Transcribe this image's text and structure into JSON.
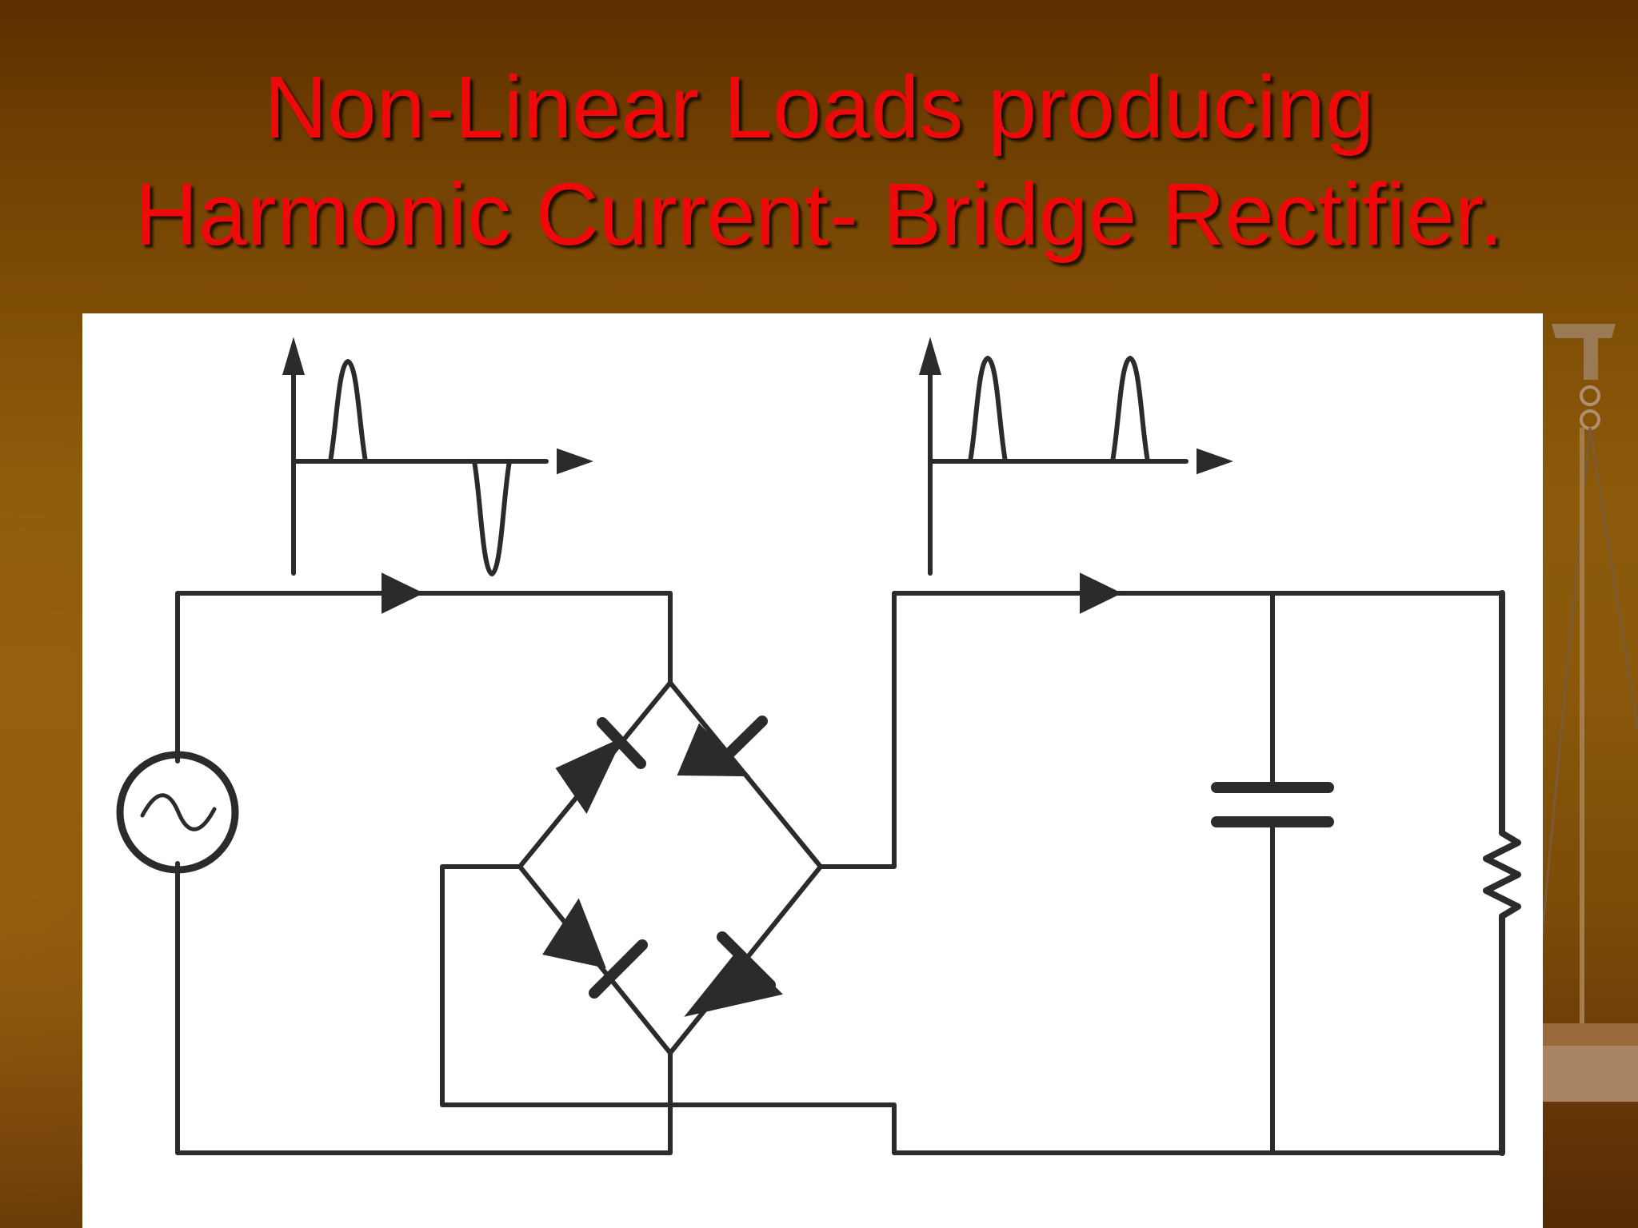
{
  "slide": {
    "title_line1": "Non-Linear Loads producing",
    "title_line2": "Harmonic Current- Bridge Rectifier."
  },
  "diagram": {
    "components": [
      "ac-source",
      "diode-bridge",
      "capacitor",
      "resistor"
    ],
    "waveforms": [
      "ac-side-current",
      "dc-side-current"
    ]
  },
  "colors": {
    "title": "#ee0a0a",
    "line": "#2b2b2b",
    "panel": "#ffffff",
    "background_top": "#5c2e00",
    "background_mid": "#8b5a0a"
  }
}
